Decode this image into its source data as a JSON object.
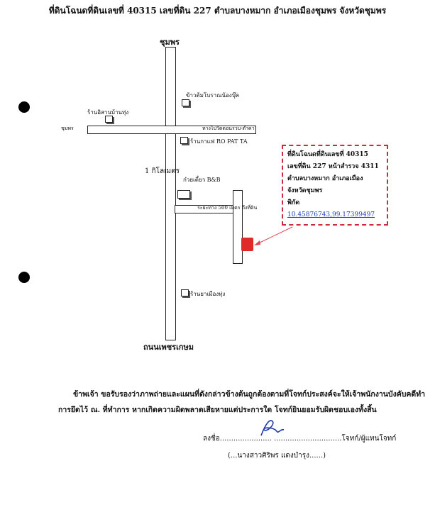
{
  "document": {
    "title": "ที่ดินโฉนดที่ดินเลขที่  40315  เลขที่ดิน  227  ตำบลบางหมาก  อำเภอเมืองชุมพร   จังหวัดชุมพร"
  },
  "map": {
    "north_label": "ชุมพร",
    "south_label": "ถนนเพชรเกษม",
    "west_road_label": "ชุมพร",
    "distance_label": "1  กิโลเมตร",
    "side_road_label": "ระยะทาง 500 เมตร ถึงที่ดิน",
    "right_road_label": "ทางไปวัดดอนรวบ-ต่ำคา",
    "landmarks": {
      "shop_west": "ร้านอิสานบ้านทุ่ง",
      "shop_northeast": "ข้าวต้มโบราณน้องบุ๊ค",
      "shop_ropatta": "ร้านกาแฟ RO PAT TA",
      "noodle_shop": "ก๋วยเตี๋ยว B&B",
      "shop_south": "ร้านยาเมืองทุ่ง"
    }
  },
  "info_box": {
    "line1": "ที่ดินโฉนดที่ดินเลขที่ 40315",
    "line2": "เลขที่ดิน 227 หน้าสำรวจ 4311",
    "line3": "ตำบลบางหมาก  อำเภอเมือง",
    "line4": "จังหวัดชุมพร",
    "coord_label": "พิกัด",
    "coord_value": "10.45876743,99.17399497"
  },
  "colors": {
    "info_border": "#cc2a3f",
    "marker": "#e02a2a",
    "link": "#1a3fb5"
  },
  "certification": {
    "line1": "ข้าพเจ้า ขอรับรองว่าภาพถ่ายและแผนที่ดังกล่าวข้างต้นถูกต้องตามที่โจทก์ประสงค์จะให้เจ้าพนักงานบังคับคดีทำ",
    "line2": "การยึดไว้ ณ. ที่ทำการ  หากเกิดความผิดพลาดเสียหายแต่ประการใด  โจทก์ยินยอมรับผิดชอบเองทั้งสิ้น",
    "sign_prefix": "ลงชื่อ....................... ..............................",
    "sign_suffix": "โจทก์/ผู้แทนโจทก์",
    "name_line": "(...นางสาวศิริพร  แดงบำรุง......)"
  }
}
